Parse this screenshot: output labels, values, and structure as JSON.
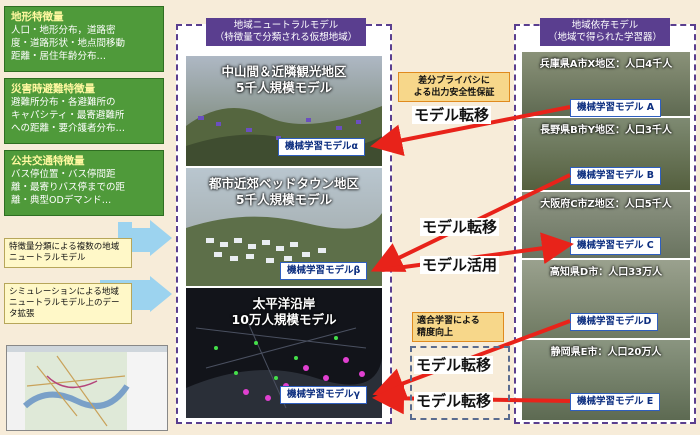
{
  "features": [
    {
      "title": "地形特徴量",
      "body": "人口・地形分布，道路密\n度・道路形状・地点間移動\n距離・居住年齢分布…"
    },
    {
      "title": "災害時避難特徴量",
      "body": "避難所分布・各避難所の\nキャパシティ・最寄避難所\nへの距離・要介護者分布…"
    },
    {
      "title": "公共交通特徴量",
      "body": "バス停位置・バス停間距\n離・最寄りバス停までの距\n離・典型ODデマンド…"
    }
  ],
  "notes": [
    "特徴量分類による複数の地域ニュートラルモデル",
    "シミュレーションによる地域ニュートラルモデル上のデータ拡張"
  ],
  "center_panel": {
    "title": "地域ニュートラルモデル\n（特徴量で分類される仮想地域）",
    "tiles": [
      {
        "title": "中山間＆近隣観光地区\n5千人規模モデル",
        "model": "機械学習モデルα"
      },
      {
        "title": "都市近郊ベッドタウン地区\n5千人規模モデル",
        "model": "機械学習モデルβ"
      },
      {
        "title": "太平洋沿岸\n10万人規模モデル",
        "model": "機械学習モデルγ"
      }
    ]
  },
  "right_panel": {
    "title": "地域依存モデル\n（地域で得られた学習器）",
    "regions": [
      {
        "title": "兵庫県A市X地区：人口4千人",
        "model": "機械学習モデル A"
      },
      {
        "title": "長野県B市Y地区：人口3千人",
        "model": "機械学習モデル B"
      },
      {
        "title": "大阪府C市Z地区：人口5千人",
        "model": "機械学習モデル C"
      },
      {
        "title": "高知県D市：人口33万人",
        "model": "機械学習モデルD"
      },
      {
        "title": "静岡県E市：人口20万人",
        "model": "機械学習モデル E"
      }
    ]
  },
  "annotations": {
    "privacy": "差分プライバシに\nよる出力安全性保証",
    "adaptive": "適合学習による\n精度向上",
    "transfer": "モデル転移",
    "use": "モデル活用"
  },
  "colors": {
    "arrow": "#e8231a",
    "panel": "#5a3e8f",
    "feature": "#4f9a3a",
    "flow": "#9cd3ef"
  }
}
